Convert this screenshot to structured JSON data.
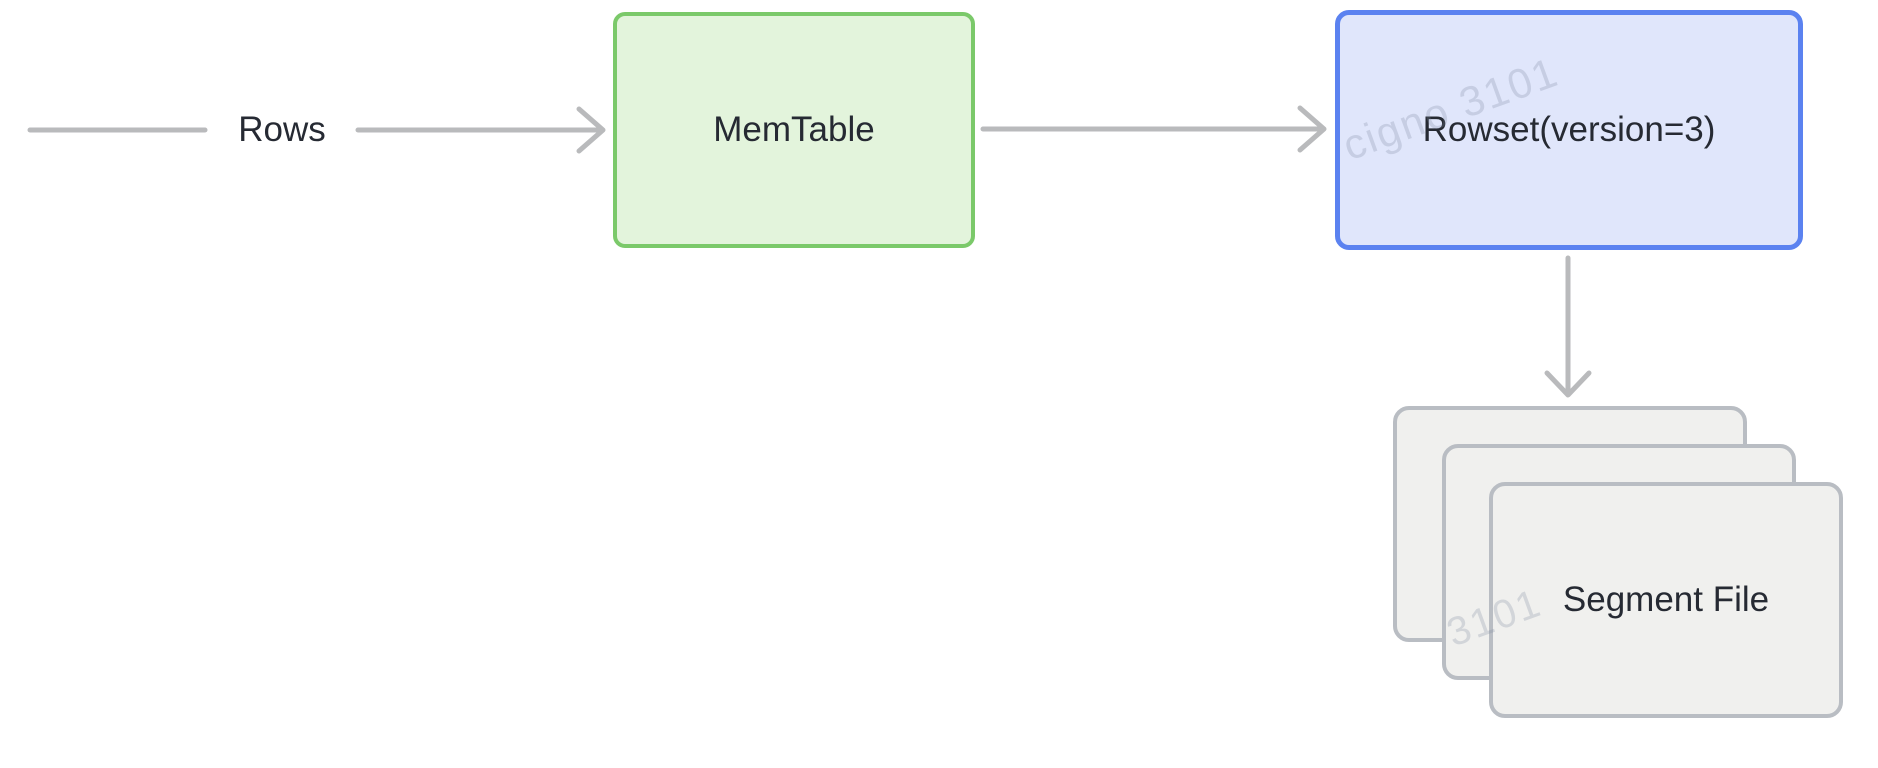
{
  "diagram": {
    "flow_label": "Rows",
    "nodes": {
      "memtable": {
        "label": "MemTable",
        "fill": "#e3f4dc",
        "border_color": "#7bc96a"
      },
      "rowset": {
        "label": "Rowset(version=3)",
        "fill": "#e0e6fb",
        "border_color": "#5b82f0"
      },
      "segment_file": {
        "label": "Segment File",
        "fill": "#f0f0ee",
        "border_color": "#b9bdc3",
        "stack_count": 3
      }
    },
    "arrow_color": "#b9babc",
    "text_color": "#262a33",
    "watermarks": {
      "rowset_area": "cigno 3101",
      "segment_area": "3101"
    }
  }
}
